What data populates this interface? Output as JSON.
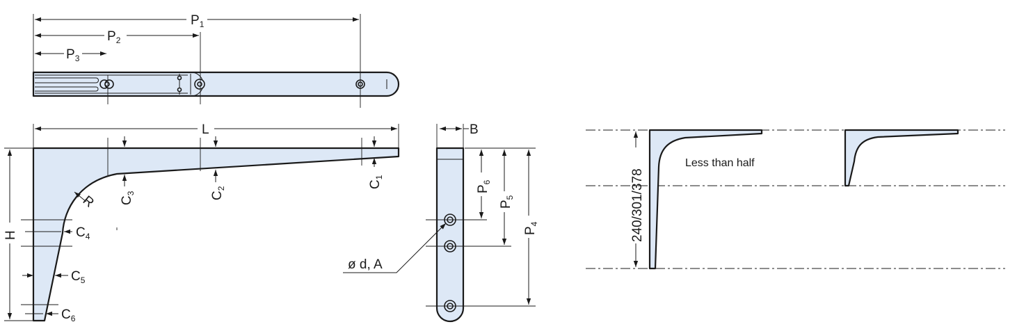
{
  "labels": {
    "p1": "P",
    "p1_sub": "1",
    "p2": "P",
    "p2_sub": "2",
    "p3": "P",
    "p3_sub": "3",
    "l": "L",
    "c1": "C",
    "c1_sub": "1",
    "c2": "C",
    "c2_sub": "2",
    "c3": "C",
    "c3_sub": "3",
    "c4": "C",
    "c4_sub": "4",
    "c5": "C",
    "c5_sub": "5",
    "c6": "C",
    "c6_sub": "6",
    "r": "R",
    "h": "H",
    "b": "B",
    "p4": "P",
    "p4_sub": "4",
    "p5": "P",
    "p5_sub": "5",
    "p6": "P",
    "p6_sub": "6",
    "hole_spec": "ø d, A"
  },
  "comparison": {
    "height_values": "240/301/378",
    "note": "Less than half"
  },
  "colors": {
    "part_fill": "#dde8f6",
    "line": "#1a1a1a"
  }
}
